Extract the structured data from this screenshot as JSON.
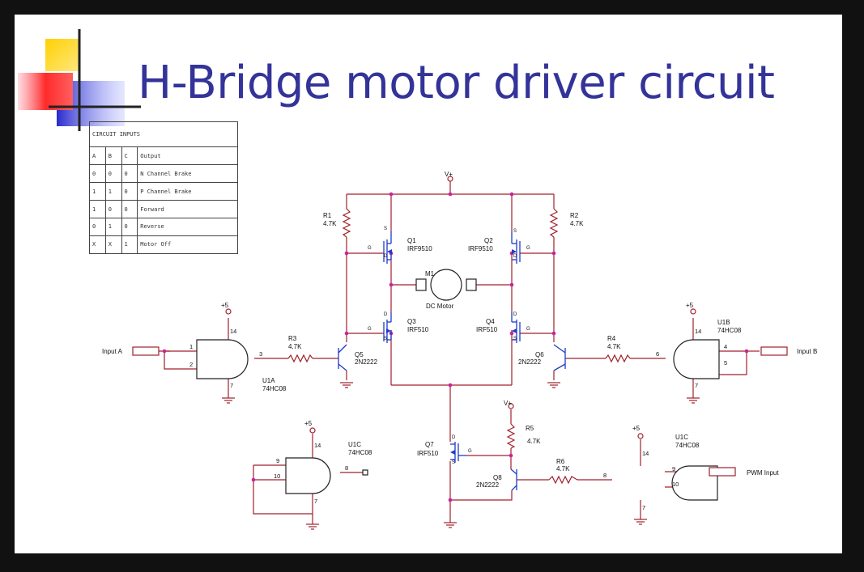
{
  "title": "H-Bridge motor driver circuit",
  "colors": {
    "title": "#333399",
    "wire": "#a0202c",
    "node": "#cc2299",
    "fet": "#1e3cc8"
  },
  "truth_table": {
    "title": "CIRCUIT INPUTS",
    "headers": [
      "A",
      "B",
      "C",
      "Output"
    ],
    "rows": [
      [
        "0",
        "0",
        "0",
        "N Channel Brake"
      ],
      [
        "1",
        "1",
        "0",
        "P Channel Brake"
      ],
      [
        "1",
        "0",
        "0",
        "Forward"
      ],
      [
        "0",
        "1",
        "0",
        "Reverse"
      ],
      [
        "X",
        "X",
        "1",
        "Motor Off"
      ]
    ]
  },
  "supply": {
    "vplus": "V+",
    "plus5": "+5"
  },
  "resistors": {
    "r1": {
      "name": "R1",
      "value": "4.7K"
    },
    "r2": {
      "name": "R2",
      "value": "4.7K"
    },
    "r3": {
      "name": "R3",
      "value": "4.7K"
    },
    "r4": {
      "name": "R4",
      "value": "4.7K"
    },
    "r5": {
      "name": "R5",
      "value": "4.7K"
    },
    "r6": {
      "name": "R6",
      "value": "4.7K"
    }
  },
  "transistors": {
    "q1": {
      "name": "Q1",
      "part": "IRF9510"
    },
    "q2": {
      "name": "Q2",
      "part": "IRF9510"
    },
    "q3": {
      "name": "Q3",
      "part": "IRF510"
    },
    "q4": {
      "name": "Q4",
      "part": "IRF510"
    },
    "q5": {
      "name": "Q5",
      "part": "2N2222"
    },
    "q6": {
      "name": "Q6",
      "part": "2N2222"
    },
    "q7": {
      "name": "Q7",
      "part": "IRF510"
    },
    "q8": {
      "name": "Q8",
      "part": "2N2222"
    }
  },
  "motor": {
    "name": "M1",
    "label": "DC Motor"
  },
  "gates": {
    "u1a": {
      "name": "U1A",
      "part": "74HC08"
    },
    "u1b": {
      "name": "U1B",
      "part": "74HC08"
    },
    "u1c_left": {
      "name": "U1C",
      "part": "74HC08"
    },
    "u1c_right": {
      "name": "U1C",
      "part": "74HC08"
    }
  },
  "inputs": {
    "a": "Input A",
    "b": "Input B",
    "pwm": "PWM Input"
  },
  "fet_pins": {
    "s": "S",
    "g": "G",
    "d": "D"
  },
  "pins": {
    "p1": "1",
    "p2": "2",
    "p3": "3",
    "p4": "4",
    "p5": "5",
    "p6": "6",
    "p7": "7",
    "p8": "8",
    "p9": "9",
    "p10": "10",
    "p14": "14"
  }
}
